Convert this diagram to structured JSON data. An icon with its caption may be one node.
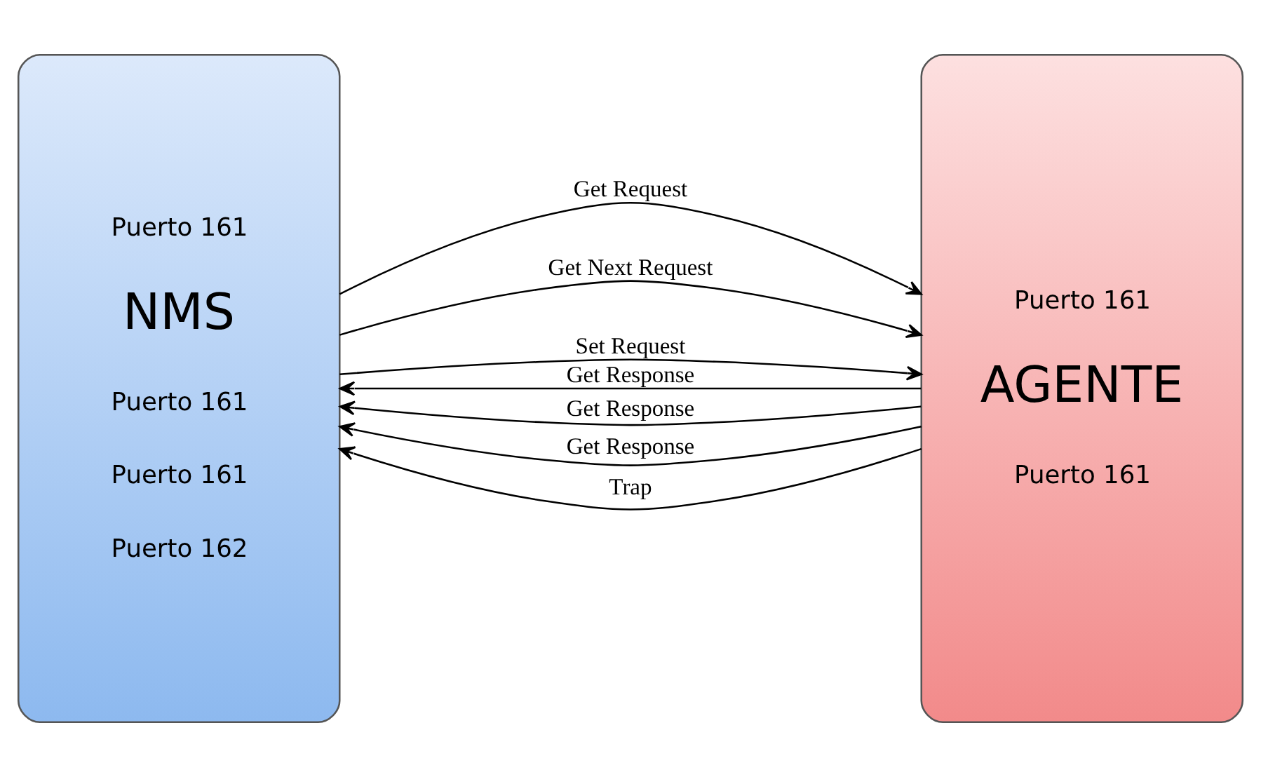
{
  "diagram": {
    "nodes": [
      {
        "text": [
          "Puerto 161",
          "NMS",
          "Puerto 161",
          "Puerto 161",
          "Puerto 162"
        ]
      },
      {
        "text": [
          "Puerto 161",
          "AGENTE",
          "Puerto 161"
        ]
      }
    ],
    "edges": [
      {
        "from": 0,
        "to": 1,
        "arrow": "to",
        "label": "Get Request"
      },
      {
        "from": 1,
        "to": 0,
        "arrow": "to",
        "label": "Get Response"
      },
      {
        "from": 0,
        "to": 1,
        "arrow": "to",
        "label": "Get Next Request"
      },
      {
        "from": 1,
        "to": 0,
        "arrow": "to",
        "label": "Get Response"
      },
      {
        "from": 0,
        "to": 1,
        "arrow": "to",
        "label": "Set Request"
      },
      {
        "from": 1,
        "to": 0,
        "arrow": "to",
        "label": "Get Response"
      },
      {
        "from": 1,
        "to": 0,
        "arrow": "to",
        "label": "Trap"
      }
    ]
  }
}
